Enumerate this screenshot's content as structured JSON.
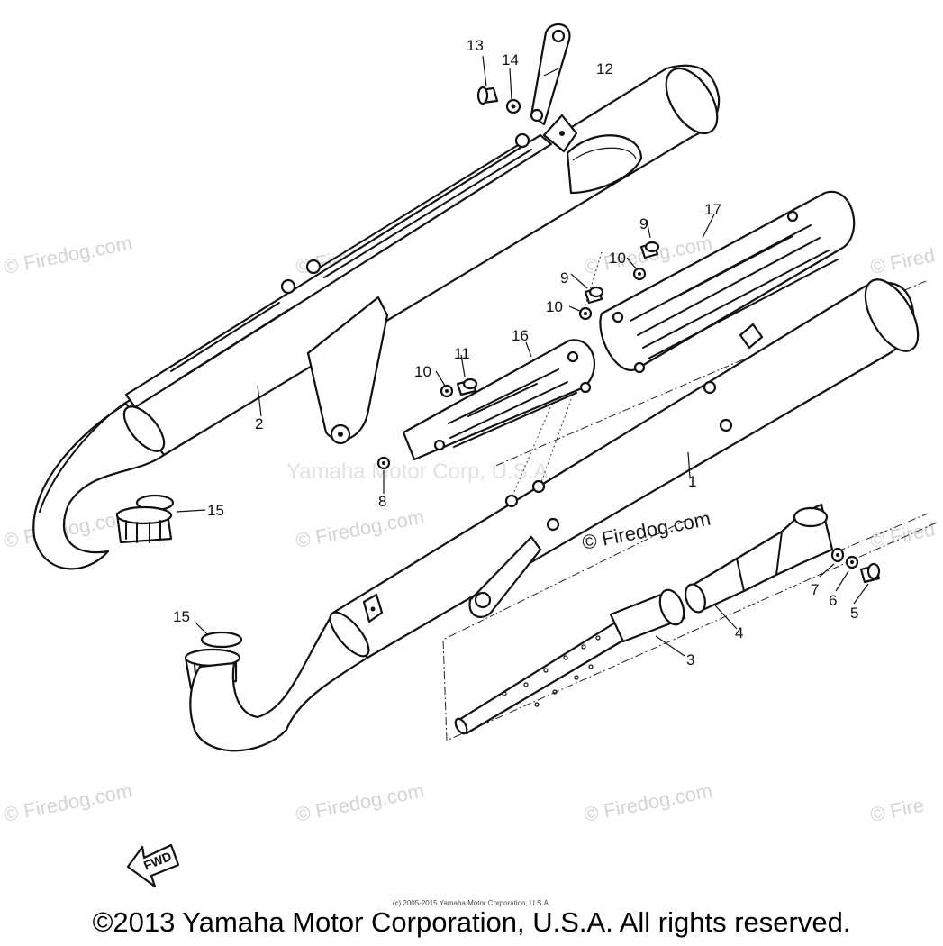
{
  "watermarks": {
    "site": "© Firedog.com",
    "site_cut": "© Fired",
    "site_cut_short": "© Fire",
    "center": "Yamaha Motor Corp, U.S.A"
  },
  "callouts": {
    "p1": "1",
    "p2": "2",
    "p3": "3",
    "p4": "4",
    "p5": "5",
    "p6": "6",
    "p7": "7",
    "p8": "8",
    "p9a": "9",
    "p9b": "9",
    "p10a": "10",
    "p10b": "10",
    "p10c": "10",
    "p11": "11",
    "p12": "12",
    "p13": "13",
    "p14": "14",
    "p15a": "15",
    "p15b": "15",
    "p16": "16",
    "p17": "17"
  },
  "fwd_label": "FWD",
  "small_credit": "(c) 2005-2015 Yamaha Motor Corporation, U.S.A.",
  "copyright": "©2013 Yamaha Motor Corporation, U.S.A. All rights reserved."
}
